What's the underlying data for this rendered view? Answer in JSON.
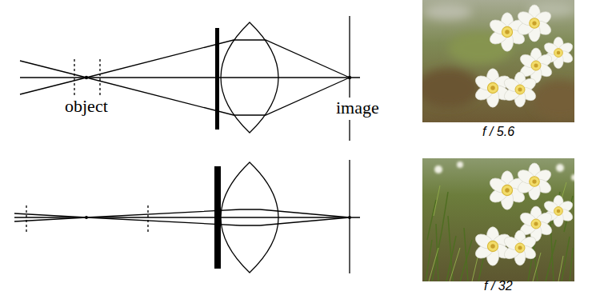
{
  "diagram": {
    "labels": [
      "object",
      "image",
      "f / 5.6",
      "f / 32"
    ]
  }
}
